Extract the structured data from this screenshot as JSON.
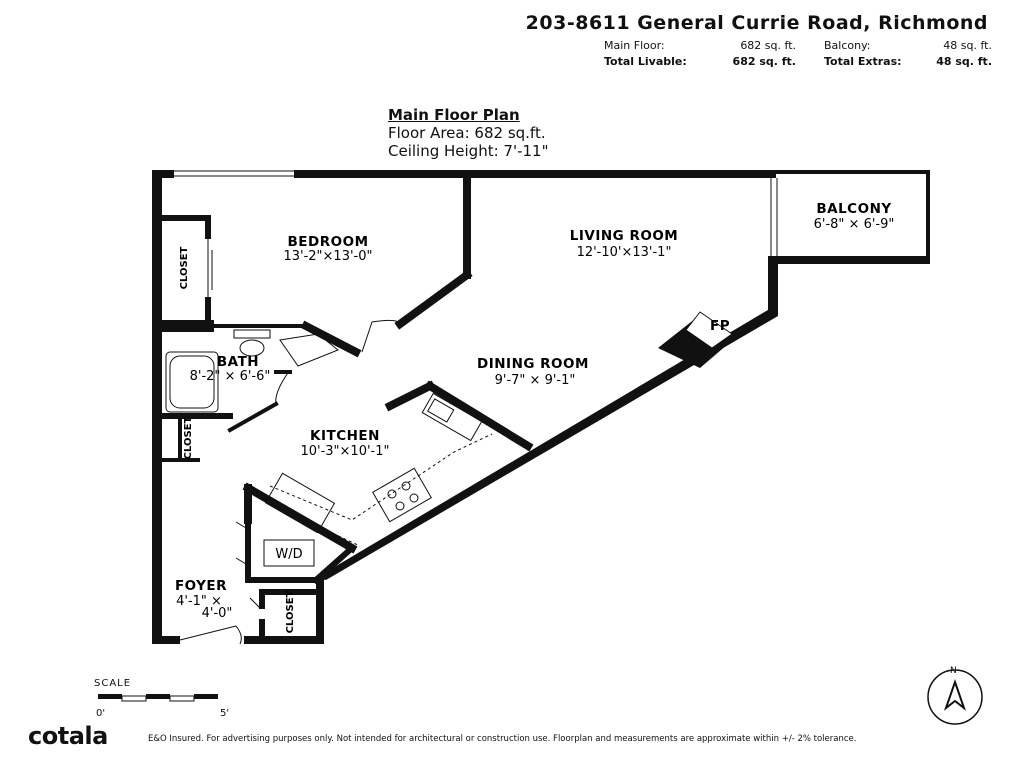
{
  "header": {
    "address": "203-8611 General Currie Road, Richmond",
    "main_floor_label": "Main Floor:",
    "main_floor_value": "682 sq. ft.",
    "balcony_label": "Balcony:",
    "balcony_value": "48 sq. ft.",
    "total_livable_label": "Total Livable:",
    "total_livable_value": "682 sq. ft.",
    "total_extras_label": "Total Extras:",
    "total_extras_value": "48 sq. ft."
  },
  "plan": {
    "title": "Main Floor Plan",
    "floor_area": "Floor Area: 682 sq.ft.",
    "ceiling_height": "Ceiling Height: 7'-11\""
  },
  "rooms": {
    "bedroom": {
      "name": "BEDROOM",
      "dims": "13'-2\"×13'-0\""
    },
    "living": {
      "name": "LIVING ROOM",
      "dims": "12'-10'×13'-1\""
    },
    "balcony": {
      "name": "BALCONY",
      "dims": "6'-8\" × 6'-9\""
    },
    "bath": {
      "name": "BATH",
      "dims": "8'-2\" × 6'-6\""
    },
    "dining": {
      "name": "DINING ROOM",
      "dims": "9'-7\" × 9'-1\""
    },
    "kitchen": {
      "name": "KITCHEN",
      "dims": "10'-3\"×10'-1\""
    },
    "foyer": {
      "name": "FOYER",
      "dims_line1": "4'-1\" ×",
      "dims_line2": "4'-0\""
    }
  },
  "labels": {
    "closet": "CLOSET",
    "fireplace": "FP",
    "washer_dryer": "W/D"
  },
  "scale": {
    "label": "SCALE",
    "start": "0'",
    "end": "5'"
  },
  "compass": {
    "north": "N"
  },
  "footer": {
    "brand": "cotala",
    "disclaimer": "E&O Insured. For advertising purposes only. Not intended for architectural or construction use. Floorplan and measurements are approximate within +/- 2% tolerance."
  }
}
